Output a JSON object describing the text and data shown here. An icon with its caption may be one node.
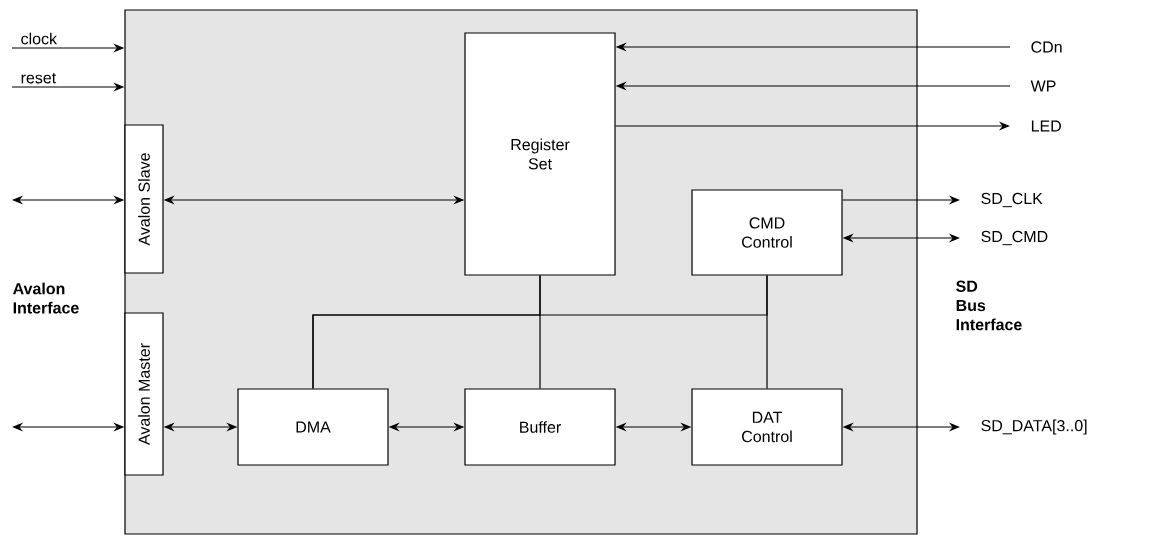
{
  "diagram": {
    "nodes": [
      {
        "text": [],
        "shape": "box"
      },
      {
        "text": [
          "Avalon Slave"
        ],
        "in": 0
      },
      {
        "text": [
          "Avalon Master"
        ],
        "in": 0
      },
      {
        "text": [
          "Register Set"
        ],
        "in": 0
      },
      {
        "text": [
          "CMD Control"
        ],
        "in": 0
      },
      {
        "text": [
          "DMA"
        ],
        "in": 0
      },
      {
        "text": [
          "Buffer"
        ],
        "in": 0
      },
      {
        "text": [
          "DAT Control"
        ],
        "in": 0
      },
      {
        "text": [
          "clock"
        ]
      },
      {
        "text": [
          "reset"
        ]
      },
      {
        "text": [
          "CDn"
        ]
      },
      {
        "text": [
          "WP"
        ]
      },
      {
        "text": [
          "LED"
        ]
      },
      {
        "text": [
          "SD_CLK"
        ]
      },
      {
        "text": [
          "SD_CMD"
        ]
      },
      {
        "text": [
          "SD_DATA[3..0]"
        ]
      }
    ],
    "edges": [
      {
        "from": 8,
        "to": 0,
        "arrow": "to"
      },
      {
        "from": 9,
        "to": 0,
        "arrow": "to"
      },
      {
        "from": 10,
        "to": 3,
        "arrow": "to"
      },
      {
        "from": 11,
        "to": 3,
        "arrow": "to"
      },
      {
        "from": 3,
        "to": 12,
        "arrow": "to"
      },
      {
        "from": null,
        "to": 1,
        "arrow": "both"
      },
      {
        "from": 1,
        "to": 3,
        "arrow": "both"
      },
      {
        "from": 4,
        "to": 13,
        "arrow": "to"
      },
      {
        "from": 4,
        "to": 14,
        "arrow": "both"
      },
      {
        "from": null,
        "to": 2,
        "arrow": "both"
      },
      {
        "from": 2,
        "to": 5,
        "arrow": "both"
      },
      {
        "from": 5,
        "to": 6,
        "arrow": "both"
      },
      {
        "from": 6,
        "to": 7,
        "arrow": "both"
      },
      {
        "from": 7,
        "to": 15,
        "arrow": "both"
      },
      {
        "from": 3,
        "to": 6,
        "arrow": "none"
      },
      {
        "from": 4,
        "to": 7,
        "arrow": "none"
      },
      {
        "from": 5,
        "to": 3,
        "arrow": "none"
      },
      {
        "from": 5,
        "to": 4,
        "arrow": "none"
      }
    ],
    "labels": [
      "Avalon Interface",
      "SD Bus Interface"
    ]
  }
}
